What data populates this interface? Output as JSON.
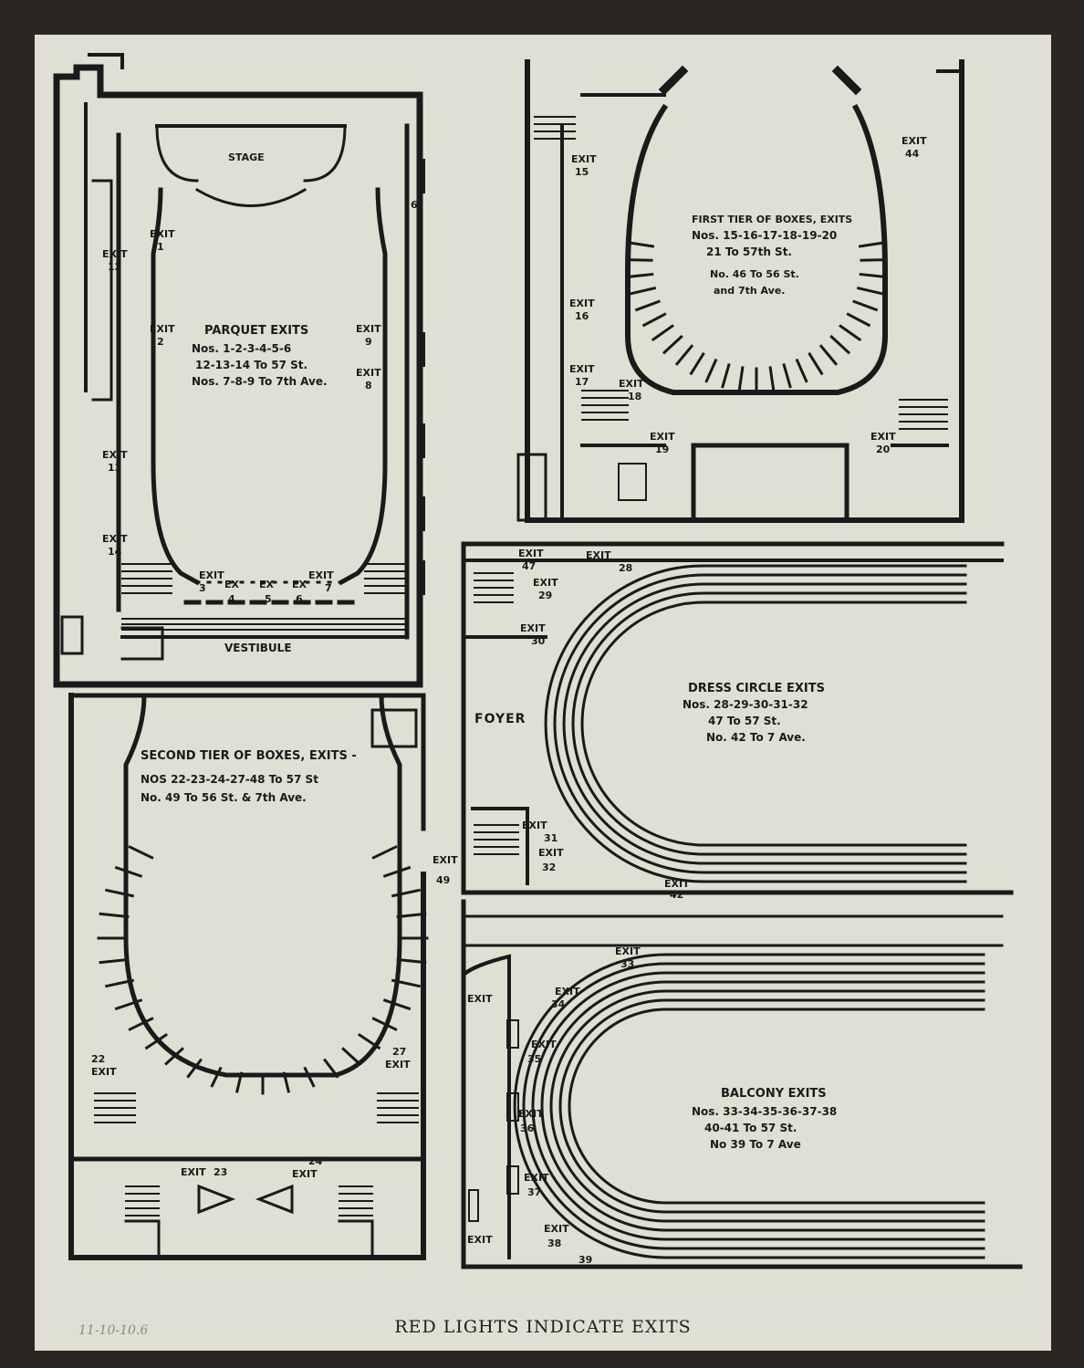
{
  "caption": "RED LIGHTS INDICATE EXITS",
  "pencil_note": "11-10-10.6",
  "parquet": {
    "stage": "STAGE",
    "vestibule": "VESTIBULE",
    "title": "PARQUET EXITS",
    "lines": [
      "Nos. 1-2-3-4-5-6",
      "12-13-14 To 57 St.",
      "Nos. 7-8-9 To 7th Ave."
    ],
    "exits": {
      "e1": "1",
      "e2": "2",
      "e3": "3",
      "e4": "4",
      "e5": "5",
      "e6": "6",
      "e7": "7",
      "e8": "8",
      "e9": "9",
      "e12": "12",
      "e13": "13",
      "e14": "14"
    },
    "box_label": "6"
  },
  "first_tier": {
    "title": "FIRST TIER OF BOXES, EXITS",
    "lines": [
      "Nos. 15-16-17-18-19-20",
      "21 To 57th St.",
      "No. 46 To 56 St.",
      "and 7th Ave."
    ],
    "exits": {
      "e15": "15",
      "e16": "16",
      "e17": "17",
      "e18": "18",
      "e19": "19",
      "e20": "20",
      "e44": "44"
    }
  },
  "second_tier": {
    "title": "SECOND TIER OF BOXES, EXITS -",
    "lines": [
      "NOS 22-23-24-27-48 To 57 St",
      "No. 49 To 56 St. & 7th Ave."
    ],
    "exits": {
      "e22": "22",
      "e23": "23",
      "e24": "24",
      "e27": "27",
      "e49": "49"
    }
  },
  "dress_circle": {
    "foyer": "FOYER",
    "title": "DRESS CIRCLE EXITS",
    "lines": [
      "Nos. 28-29-30-31-32",
      "47 To 57 St.",
      "No. 42 To 7 Ave."
    ],
    "exits": {
      "e28": "28",
      "e29": "29",
      "e30": "30",
      "e31": "31",
      "e32": "32",
      "e42": "42",
      "e47": "47"
    }
  },
  "balcony": {
    "title": "BALCONY EXITS",
    "lines": [
      "Nos. 33-34-35-36-37-38",
      "40-41 To 57 St.",
      "No 39 To 7 Ave"
    ],
    "exits": {
      "e33": "33",
      "e34": "34",
      "e35": "35",
      "e36": "36",
      "e37": "37",
      "e38": "38",
      "e39": "39"
    }
  },
  "exit_word": "EXIT",
  "ex_word": "EX",
  "colors": {
    "paper": "#dfe0d3",
    "ink": "#1a1a1a",
    "backdrop": "#2a2622"
  }
}
